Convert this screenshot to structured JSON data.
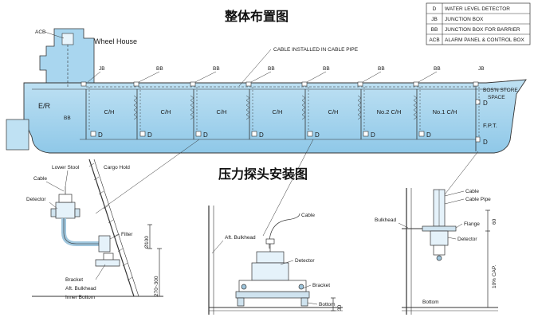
{
  "titles": {
    "layout": "整体布置图",
    "installation": "压力探头安装图"
  },
  "legend": [
    {
      "code": "D",
      "desc": "WATER LEVEL DETECTOR"
    },
    {
      "code": "JB",
      "desc": "JUNCTION BOX"
    },
    {
      "code": "BB",
      "desc": "JUNCTION BOX FOR BARRIER"
    },
    {
      "code": "ACB",
      "desc": "ALARM PANEL & CONTROL BOX"
    }
  ],
  "ship": {
    "acb": "ACB",
    "wheel_house": "Wheel House",
    "jb_aft": "JB",
    "jb_fwd": "JB",
    "cable_note": "CABLE INSTALLED IN CABLE PIPE",
    "er": "E/R",
    "bb": "BB",
    "d": "D",
    "holds": [
      "C/H",
      "C/H",
      "C/H",
      "C/H",
      "C/H",
      "No.2 C/H",
      "No.1 C/H"
    ],
    "bosn_store_1": "BOS'N STORE",
    "bosn_store_2": "SPACE",
    "fpt": "F.P.T."
  },
  "detail_left": {
    "lower_stool": "Lower Stool",
    "cargo_hold": "Cargo Hold",
    "cable": "Cable",
    "detector": "Detector",
    "filter": "Filter",
    "bracket": "Bracket",
    "aft_bulkhead": "Aft. Bulkhead",
    "inner_bottom": "Inner Bottom",
    "dim_diameter": "Ø100",
    "dim_height": "270~300"
  },
  "detail_mid": {
    "cable": "Cable",
    "aft_bulkhead": "Aft. Bulkhead",
    "detector": "Detector",
    "bracket": "Bracket",
    "bottom": "Bottom",
    "dim_30": "30"
  },
  "detail_right": {
    "cable": "Cable",
    "cable_pipe": "Cable Pipe",
    "bulkhead": "Bulkhead",
    "flange": "Flange",
    "detector": "Detector",
    "bottom": "Bottom",
    "dim_60": "60",
    "dim_cap": "10% CAP."
  }
}
